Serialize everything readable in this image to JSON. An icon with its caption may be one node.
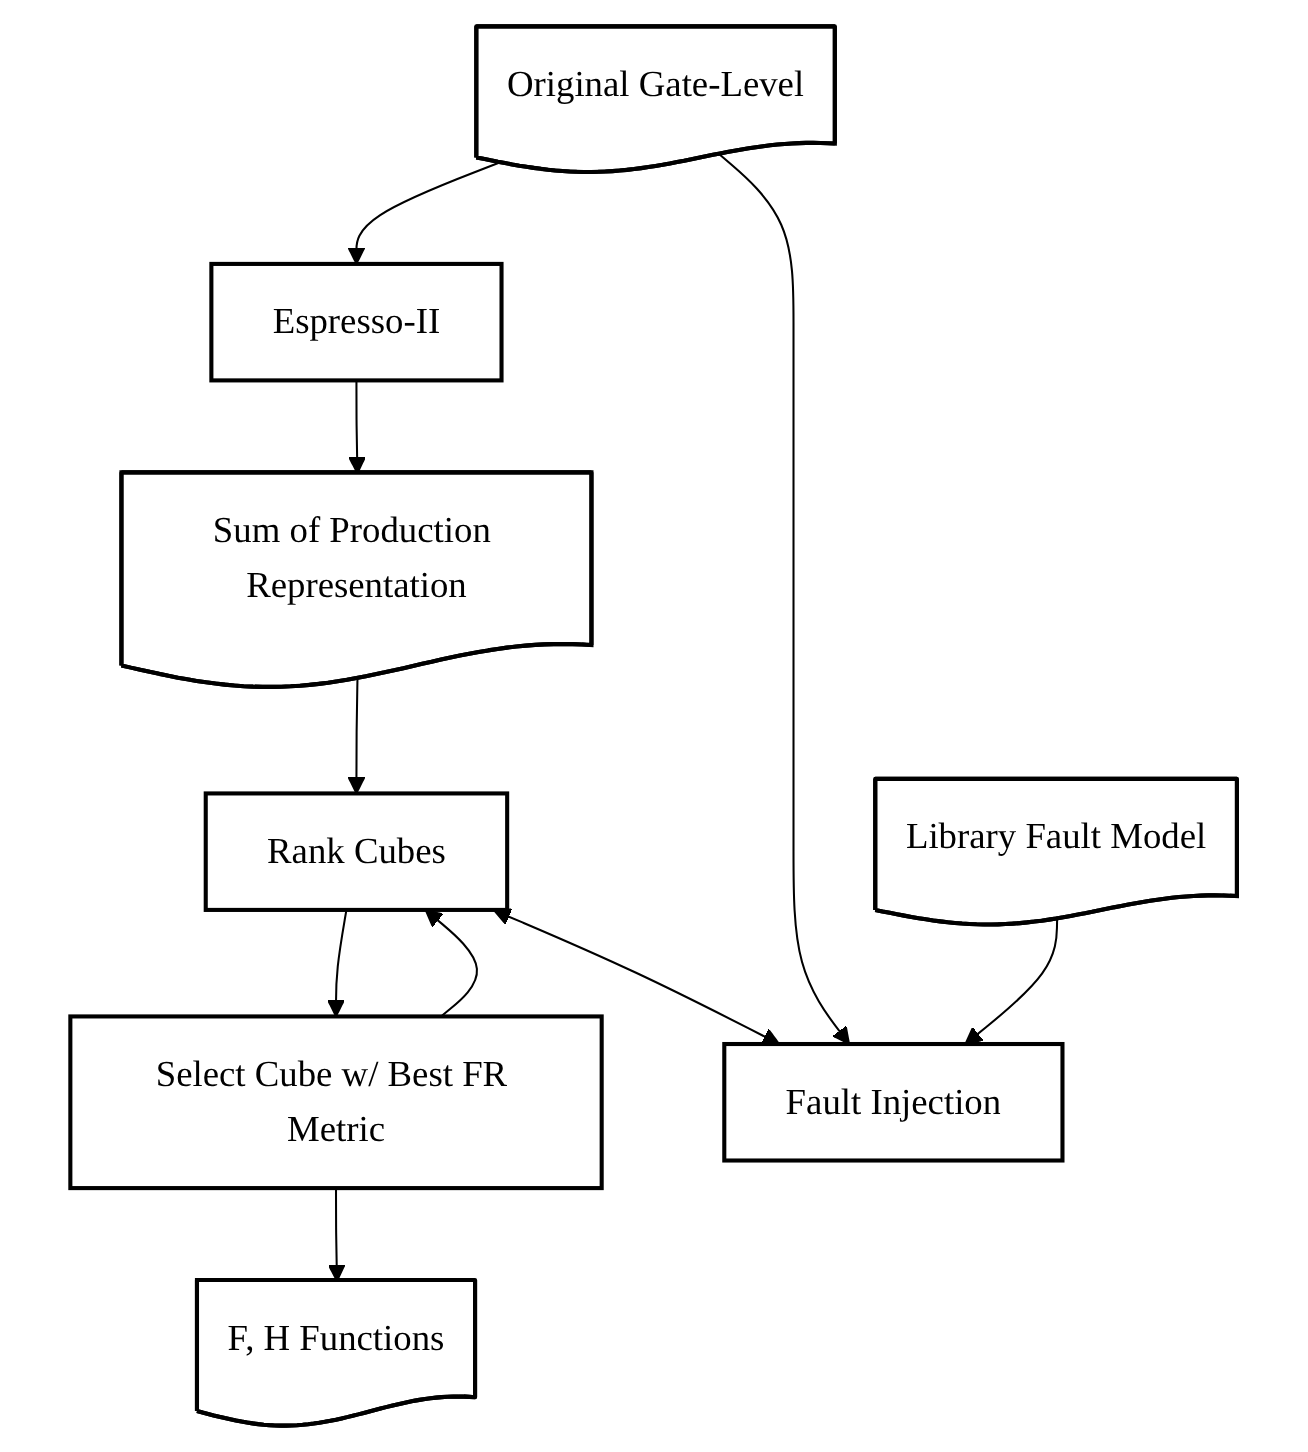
{
  "diagram": {
    "nodes": [
      {
        "text": [
          "Original Gate-Level"
        ]
      },
      {
        "text": [
          "Espresso-II"
        ]
      },
      {
        "text": [
          "Sum of Production Representation"
        ]
      },
      {
        "text": [
          "Rank Cubes"
        ]
      },
      {
        "text": [
          "Select Cube w/ Best FR Metric"
        ]
      },
      {
        "text": [
          "F, H Functions"
        ]
      },
      {
        "text": [
          "Library Fault Model"
        ]
      },
      {
        "text": [
          "Fault Injection"
        ]
      }
    ],
    "edges": [
      {
        "from": 0,
        "to": 1,
        "arrow": "to"
      },
      {
        "from": 1,
        "to": 2,
        "arrow": "to"
      },
      {
        "from": 2,
        "to": 3,
        "arrow": "to"
      },
      {
        "from": 3,
        "to": 4,
        "arrow": "to"
      },
      {
        "from": 4,
        "to": 5,
        "arrow": "to"
      },
      {
        "from": 4,
        "to": 3,
        "arrow": "to"
      },
      {
        "from": 3,
        "to": 7,
        "arrow": "both"
      },
      {
        "from": 0,
        "to": 7,
        "arrow": "to"
      },
      {
        "from": 6,
        "to": 7,
        "arrow": "to"
      }
    ]
  }
}
